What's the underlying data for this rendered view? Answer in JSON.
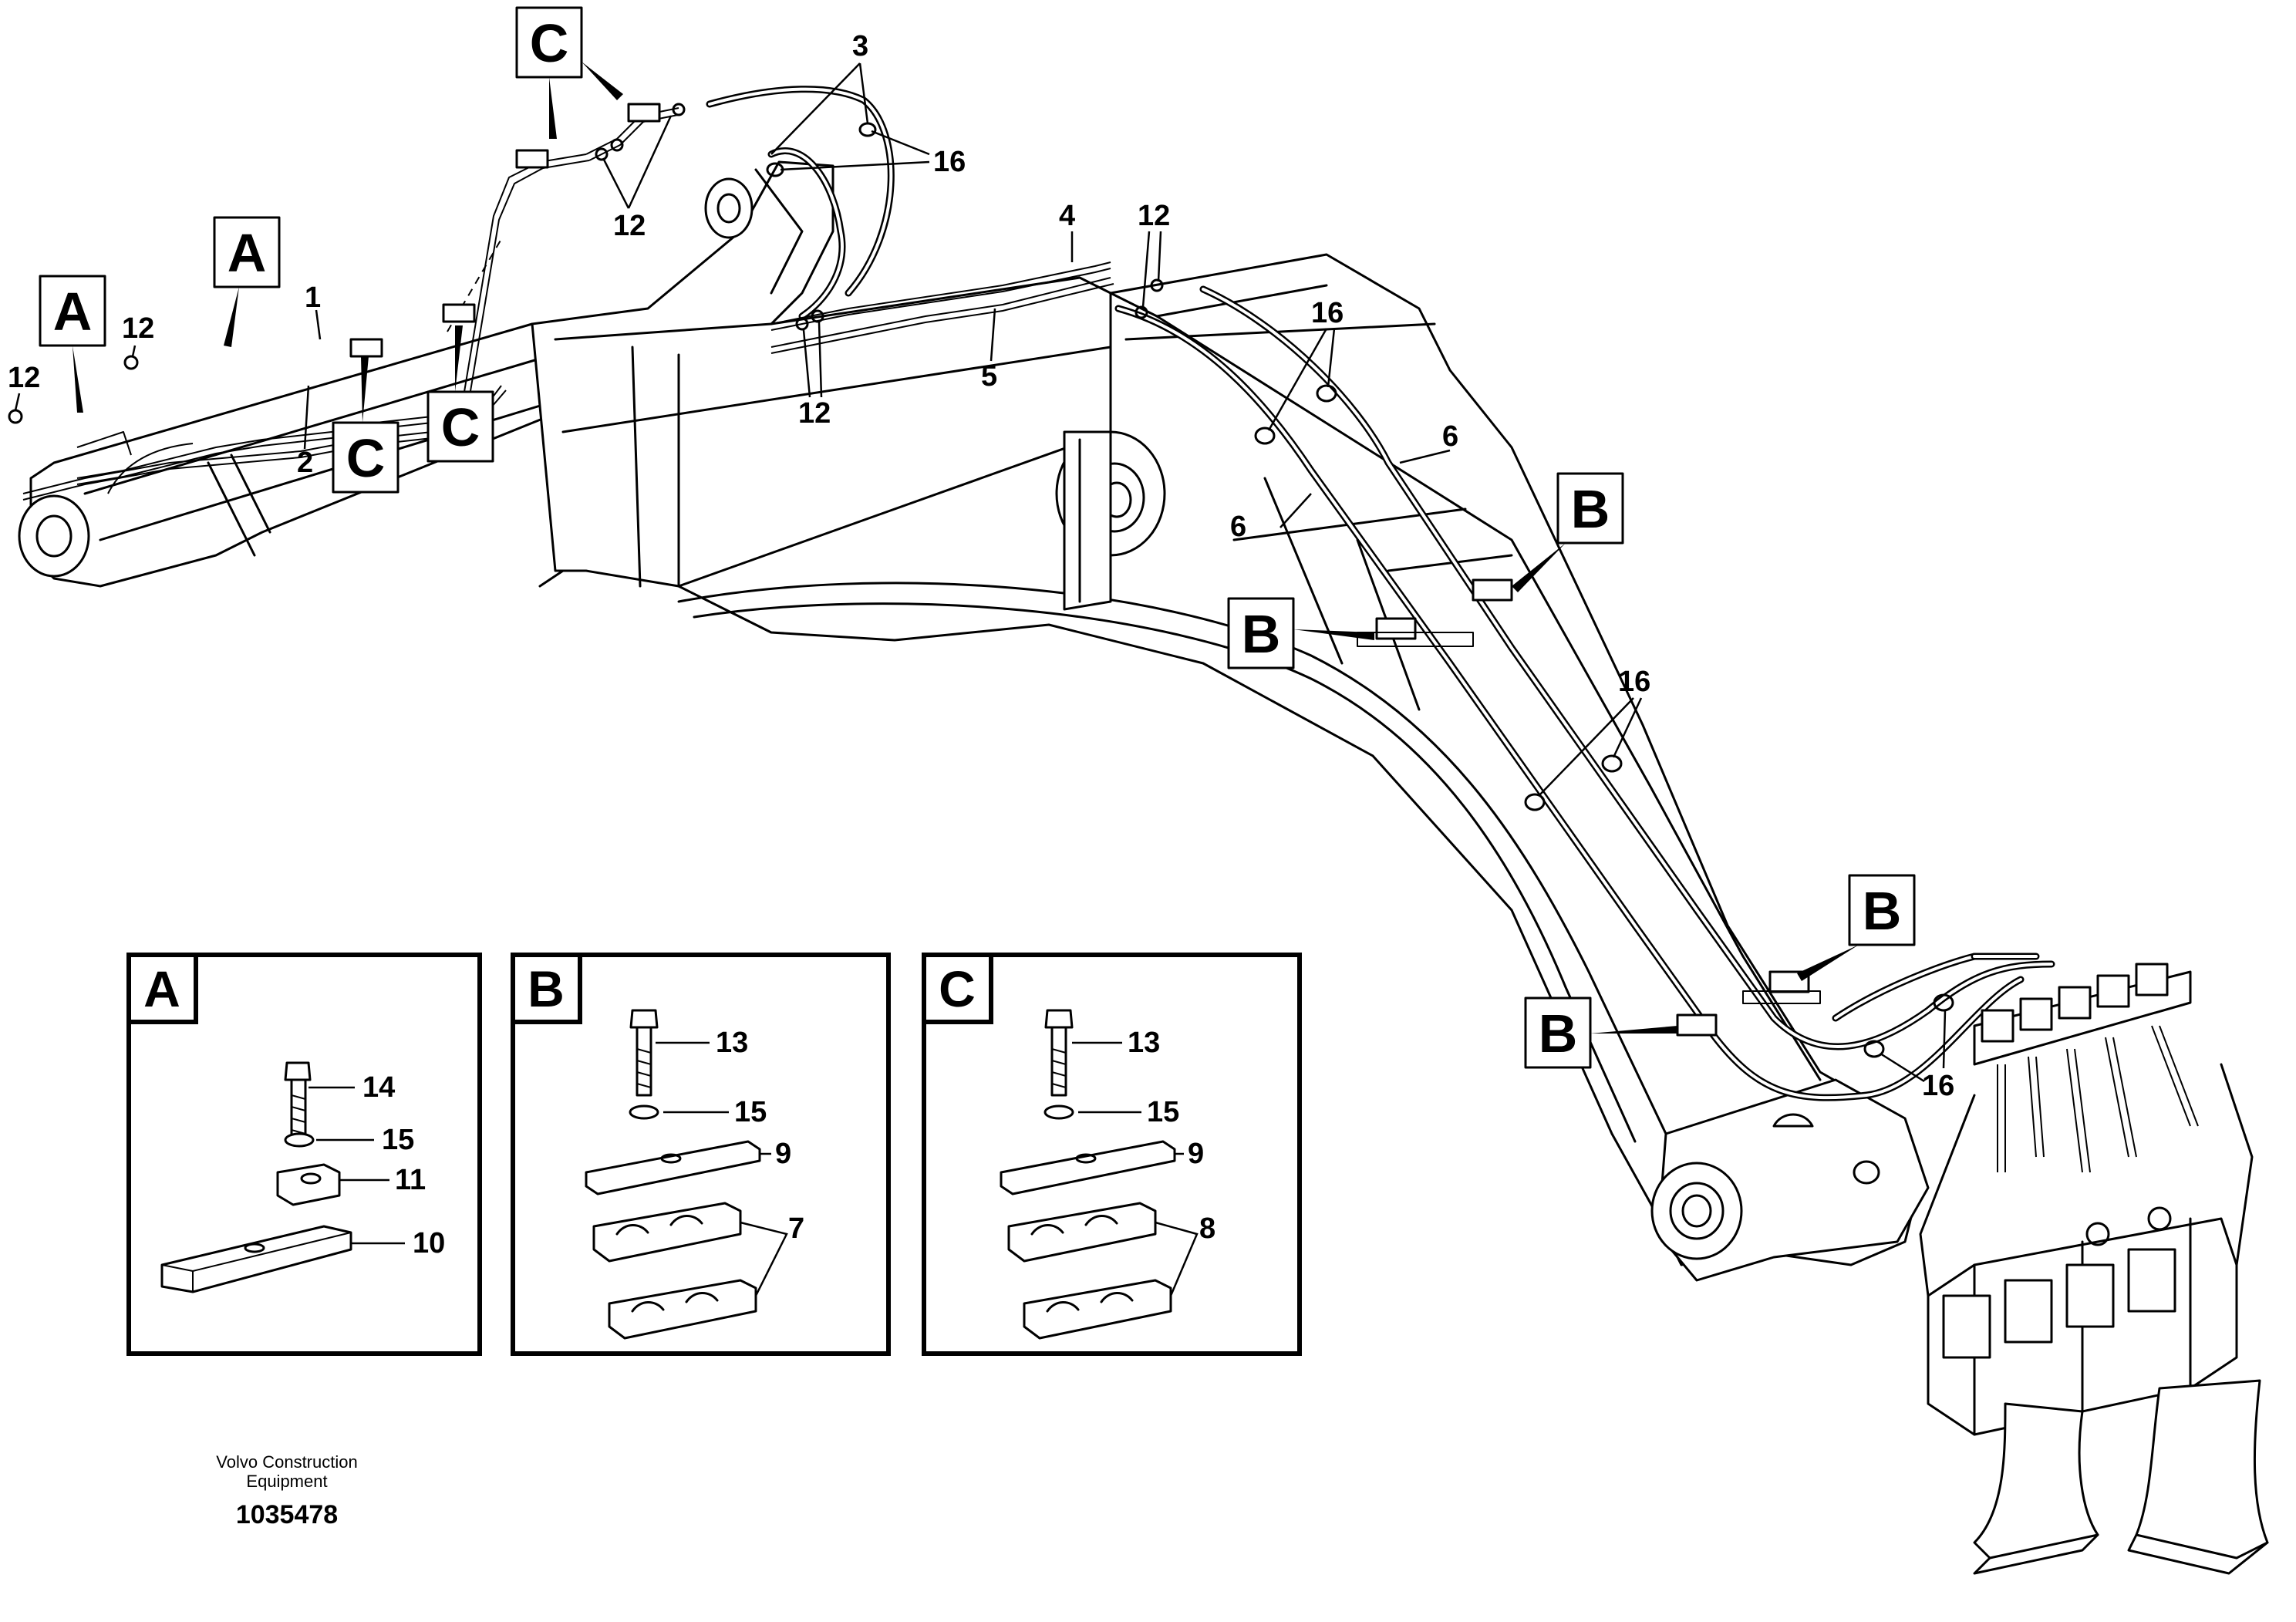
{
  "figure": {
    "callouts": [
      {
        "id": "c1",
        "text": "1"
      },
      {
        "id": "c2",
        "text": "2"
      },
      {
        "id": "c3",
        "text": "3"
      },
      {
        "id": "c4",
        "text": "4"
      },
      {
        "id": "c5",
        "text": "5"
      },
      {
        "id": "c6a",
        "text": "6"
      },
      {
        "id": "c6b",
        "text": "6"
      },
      {
        "id": "c12a",
        "text": "12"
      },
      {
        "id": "c12b",
        "text": "12"
      },
      {
        "id": "c12c",
        "text": "12"
      },
      {
        "id": "c12d",
        "text": "12"
      },
      {
        "id": "c12e",
        "text": "12"
      },
      {
        "id": "c16a",
        "text": "16"
      },
      {
        "id": "c16b",
        "text": "16"
      },
      {
        "id": "c16c",
        "text": "16"
      },
      {
        "id": "c16d",
        "text": "16"
      }
    ],
    "section_tags": [
      {
        "id": "tA1",
        "text": "A"
      },
      {
        "id": "tA2",
        "text": "A"
      },
      {
        "id": "tC1",
        "text": "C"
      },
      {
        "id": "tC2",
        "text": "C"
      },
      {
        "id": "tC3",
        "text": "C"
      },
      {
        "id": "tB1",
        "text": "B"
      },
      {
        "id": "tB2",
        "text": "B"
      },
      {
        "id": "tB3",
        "text": "B"
      },
      {
        "id": "tB4",
        "text": "B"
      }
    ]
  },
  "insets": {
    "a": {
      "label": "A",
      "callouts": [
        "14",
        "15",
        "11",
        "10"
      ]
    },
    "b": {
      "label": "B",
      "callouts": [
        "13",
        "15",
        "9",
        "7"
      ]
    },
    "c": {
      "label": "C",
      "callouts": [
        "13",
        "15",
        "9",
        "8"
      ]
    }
  },
  "footer": {
    "company_line1": "Volvo Construction",
    "company_line2": "Equipment",
    "drawing_number": "1035478"
  }
}
